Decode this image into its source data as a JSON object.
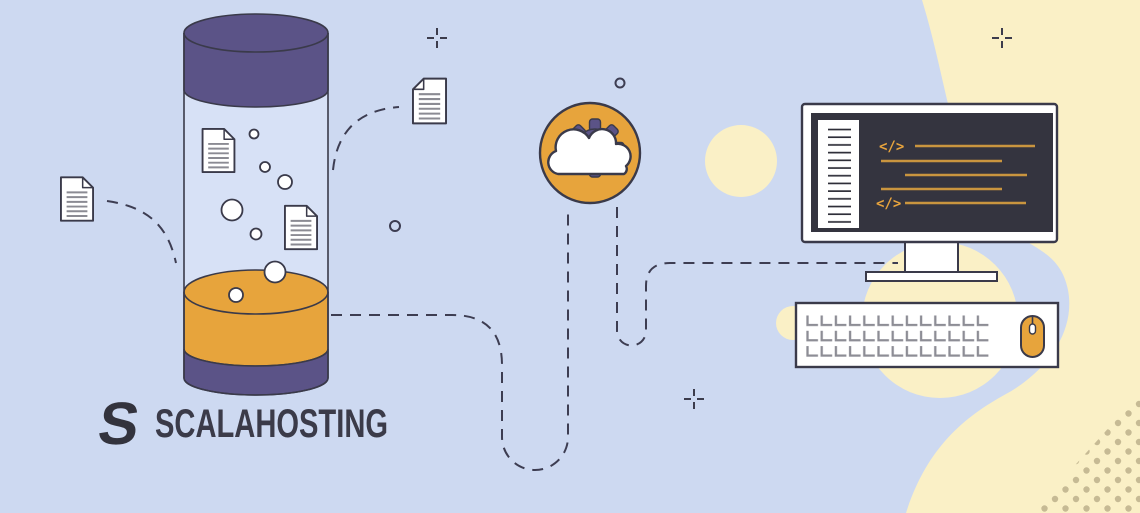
{
  "brand": {
    "logo_glyph": "S",
    "name": "SCALAHOSTING"
  },
  "monitor_screen": {
    "code_glyph_top": "</>",
    "code_glyph_bottom": "</>"
  },
  "icons": {
    "logo": "scalahosting-s-icon",
    "documents": "document-icon",
    "database": "database-cylinder-icon",
    "cloud_service": "cloud-gear-icon",
    "code": "code-tag-icon",
    "computer": "monitor-icon",
    "keyboard": "keyboard-icon",
    "mouse": "mouse-icon",
    "decorations": [
      "plus-crosshair-icon",
      "bubble-icon",
      "polka-dots"
    ]
  },
  "colors": {
    "background_blue": "#cdd9f1",
    "cream": "#faf0c6",
    "orange": "#e7a43c",
    "purple": "#5b5387",
    "ink_outline": "#3a3a4a",
    "screen_dark": "#34343f",
    "code_line_orange": "#c9953f",
    "code_glyph_orange": "#e8a43d",
    "key_gray": "#8d8d95",
    "dot_beige": "#c6ba94",
    "logo_text": "#3b3b49"
  }
}
